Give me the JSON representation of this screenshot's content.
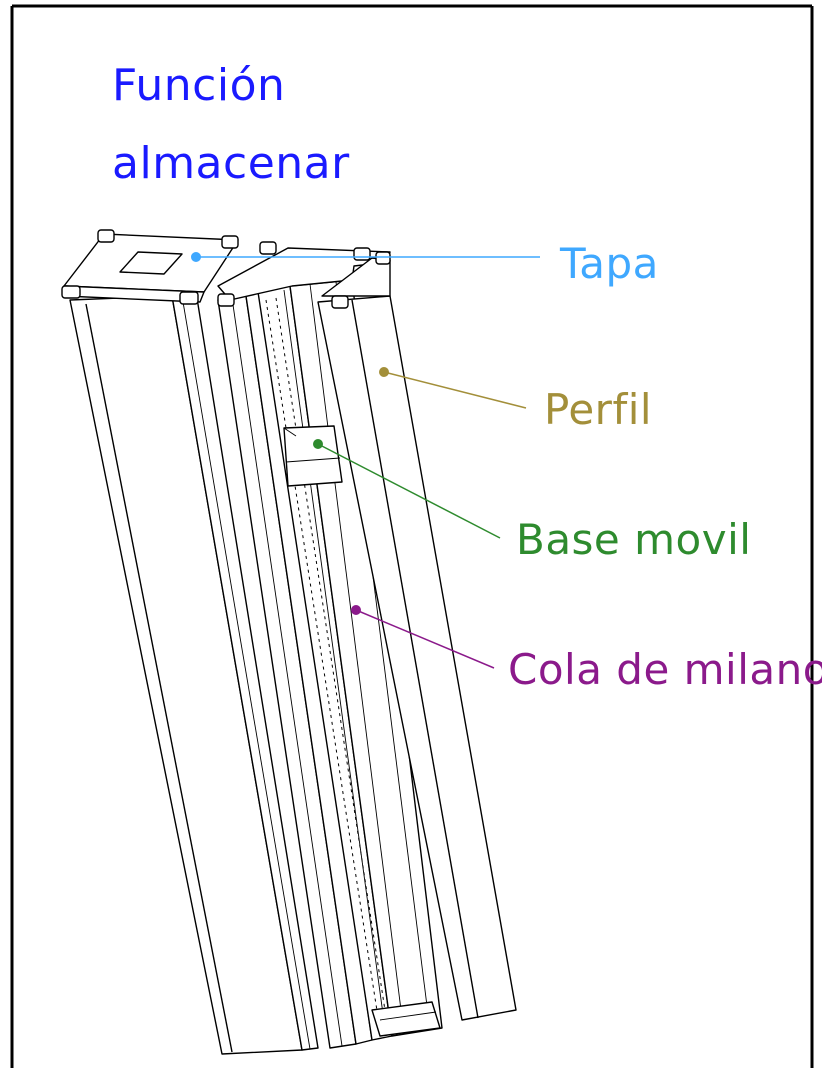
{
  "title": {
    "line1": "Función",
    "line2": "almacenar",
    "color": "#1a1aff"
  },
  "callouts": [
    {
      "id": "tapa",
      "text": "Tapa",
      "color": "#3fa8ff"
    },
    {
      "id": "perfil",
      "text": "Perfil",
      "color": "#a38f3a"
    },
    {
      "id": "base-movil",
      "text": "Base movil",
      "color": "#2e8b2e"
    },
    {
      "id": "cola-de-milano",
      "text": "Cola de milano",
      "color": "#8b1a8b"
    }
  ]
}
